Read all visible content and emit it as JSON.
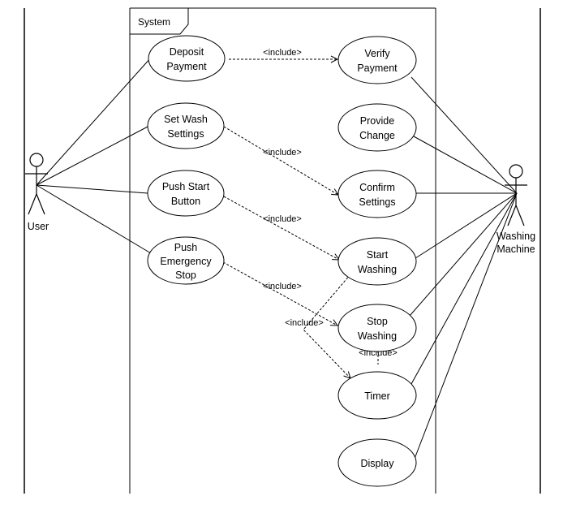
{
  "system": {
    "label": "System"
  },
  "actors": {
    "user": {
      "label": "User"
    },
    "machine": {
      "line1": "Washing",
      "line2": "Machine"
    }
  },
  "use_cases": {
    "deposit_payment": [
      "Deposit",
      "Payment"
    ],
    "set_wash_settings": [
      "Set Wash",
      "Settings"
    ],
    "push_start_button": [
      "Push Start",
      "Button"
    ],
    "push_emergency_stop": [
      "Push",
      "Emergency",
      "Stop"
    ],
    "verify_payment": [
      "Verify",
      "Payment"
    ],
    "provide_change": [
      "Provide",
      "Change"
    ],
    "confirm_settings": [
      "Confirm",
      "Settings"
    ],
    "start_washing": [
      "Start",
      "Washing"
    ],
    "stop_washing": [
      "Stop",
      "Washing"
    ],
    "timer": [
      "Timer"
    ],
    "display": [
      "Display"
    ]
  },
  "relations": {
    "include_label": "<include>"
  }
}
